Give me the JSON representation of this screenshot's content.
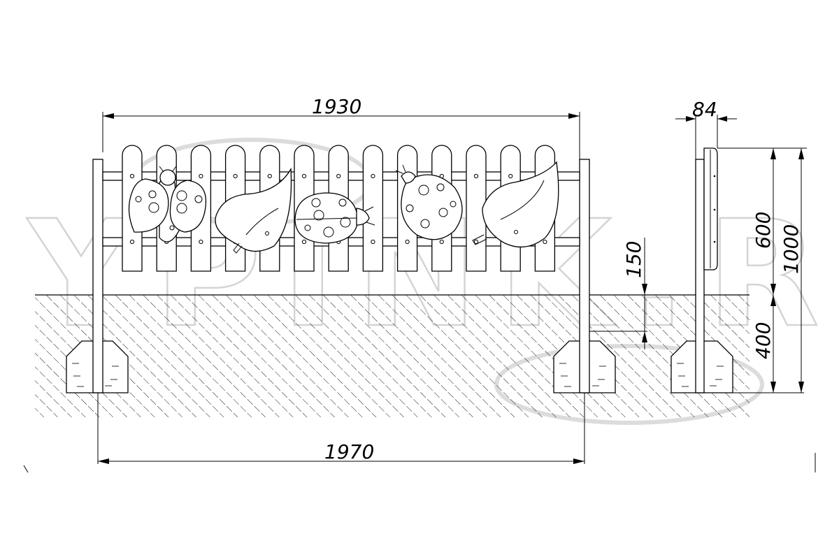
{
  "drawing": {
    "dimensions": {
      "panel_width": "1930",
      "post_spacing": "1970",
      "depth": "84",
      "clearance": "150",
      "panel_height": "600",
      "total_height": "1000",
      "embed_depth": "400"
    },
    "watermark": "YPINK.RU"
  }
}
